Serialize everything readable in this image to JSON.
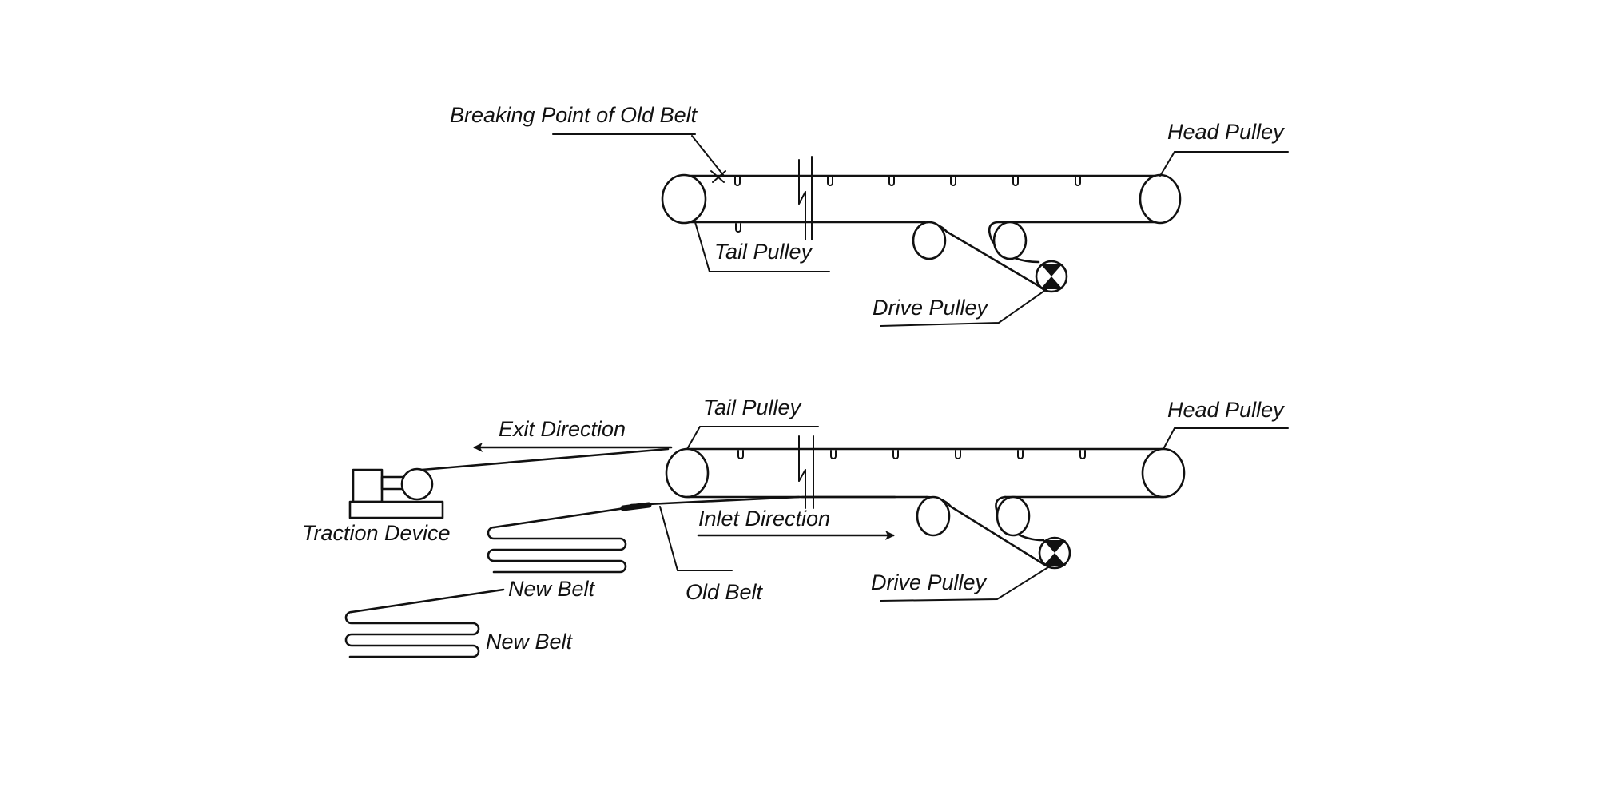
{
  "top": {
    "breaking_point_label": "Breaking Point of Old Belt",
    "head_pulley_label": "Head Pulley",
    "tail_pulley_label": "Tail Pulley",
    "drive_pulley_label": "Drive Pulley"
  },
  "bottom": {
    "tail_pulley_label": "Tail Pulley",
    "head_pulley_label": "Head Pulley",
    "exit_direction_label": "Exit Direction",
    "inlet_direction_label": "Inlet Direction",
    "traction_device_label": "Traction Device",
    "new_belt_label_1": "New Belt",
    "new_belt_label_2": "New Belt",
    "old_belt_label": "Old Belt",
    "drive_pulley_label": "Drive Pulley"
  }
}
